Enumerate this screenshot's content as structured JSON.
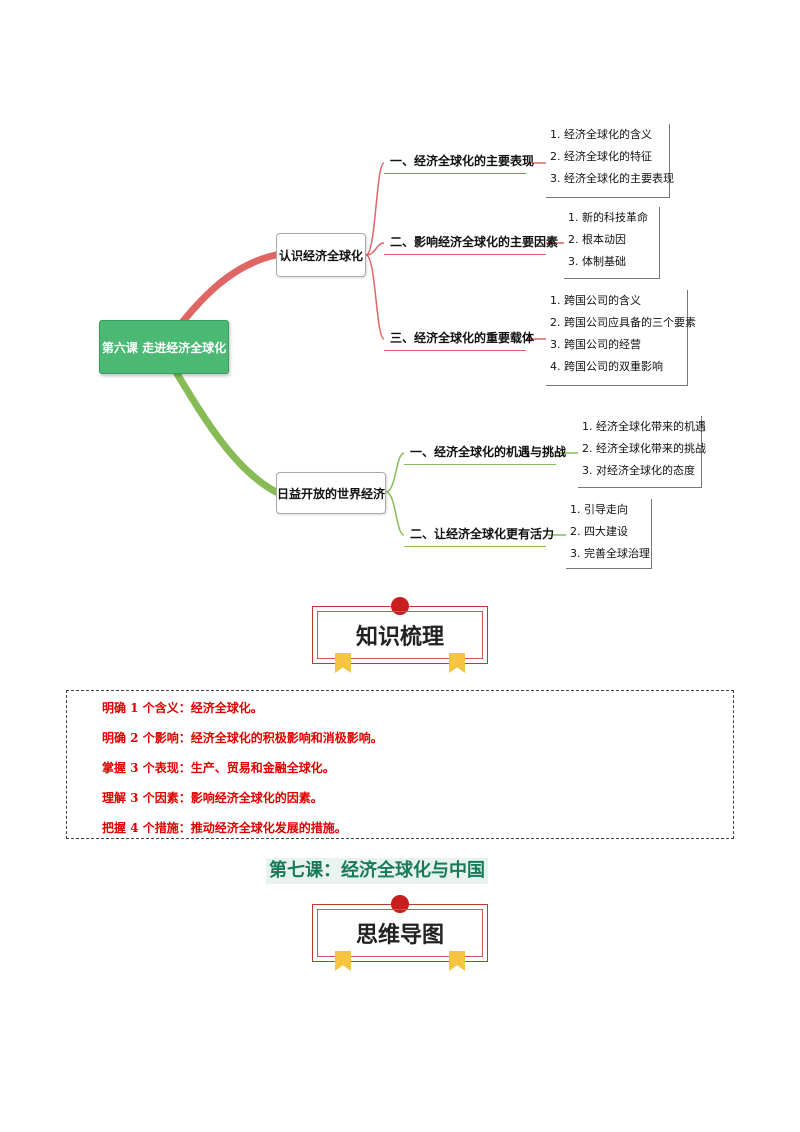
{
  "mindmap": {
    "root": "第六课  走进经济全球化",
    "branch1": {
      "label": "认识经济全球化",
      "sub1": {
        "label": "一、经济全球化的主要表现",
        "items": [
          "1. 经济全球化的含义",
          "2. 经济全球化的特征",
          "3. 经济全球化的主要表现"
        ]
      },
      "sub2": {
        "label": "二、影响经济全球化的主要因素",
        "items": [
          "1. 新的科技革命",
          "2. 根本动因",
          "3. 体制基础"
        ]
      },
      "sub3": {
        "label": "三、经济全球化的重要载体",
        "items": [
          "1. 跨国公司的含义",
          "2. 跨国公司应具备的三个要素",
          "3. 跨国公司的经营",
          "4. 跨国公司的双重影响"
        ]
      }
    },
    "branch2": {
      "label": "日益开放的世界经济",
      "sub1": {
        "label": "一、经济全球化的机遇与挑战",
        "items": [
          "1. 经济全球化带来的机遇",
          "2. 经济全球化带来的挑战",
          "3. 对经济全球化的态度"
        ]
      },
      "sub2": {
        "label": "二、让经济全球化更有活力",
        "items": [
          "1. 引导走向",
          "2. 四大建设",
          "3. 完善全球治理"
        ]
      }
    }
  },
  "banner1": "知识梳理",
  "key_points": [
    "明确 1 个含义：经济全球化。",
    "明确 2 个影响：经济全球化的积极影响和消极影响。",
    "掌握 3 个表现：生产、贸易和金融全球化。",
    "理解 3 个因素：影响经济全球化的因素。",
    "把握 4 个措施：推动经济全球化发展的措施。"
  ],
  "lesson7_title": "第七课：经济全球化与中国",
  "banner2": "思维导图",
  "colors": {
    "root_green": "#4bb874",
    "branch_red": "#e06666",
    "branch_green": "#88bb55",
    "point_red": "#e00000",
    "title_green": "#177a5a",
    "ribbon": "#f5c542"
  }
}
